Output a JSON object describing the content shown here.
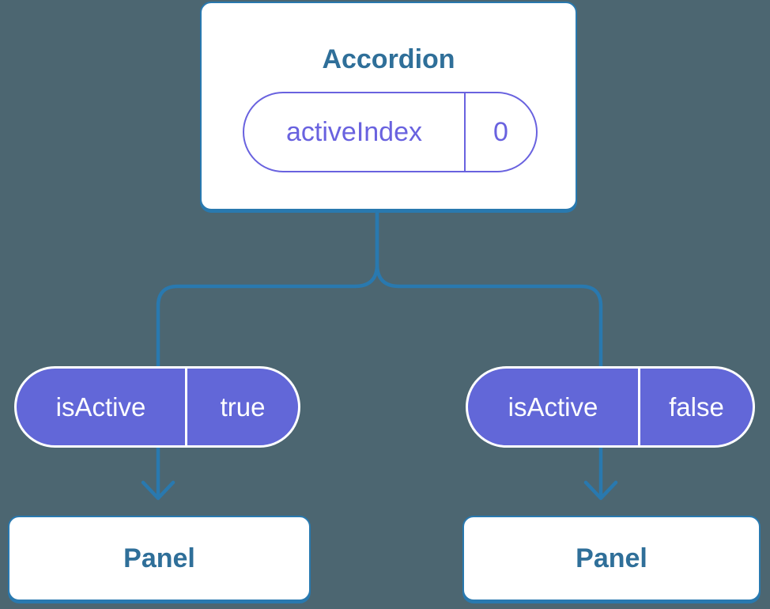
{
  "colors": {
    "background": "#4c6671",
    "connector_blue": "#2979af",
    "card_border_blue": "#2979af",
    "card_title_blue": "#2f6f99",
    "state_purple": "#6962df",
    "prop_pill_purple": "#6267d8",
    "card_fill": "#ffffff",
    "prop_pill_text": "#ffffff"
  },
  "tree": {
    "root": {
      "title": "Accordion",
      "state": {
        "name": "activeIndex",
        "value": "0"
      }
    },
    "branches": [
      {
        "prop": {
          "name": "isActive",
          "value": "true"
        },
        "child": {
          "title": "Panel"
        }
      },
      {
        "prop": {
          "name": "isActive",
          "value": "false"
        },
        "child": {
          "title": "Panel"
        }
      }
    ]
  }
}
